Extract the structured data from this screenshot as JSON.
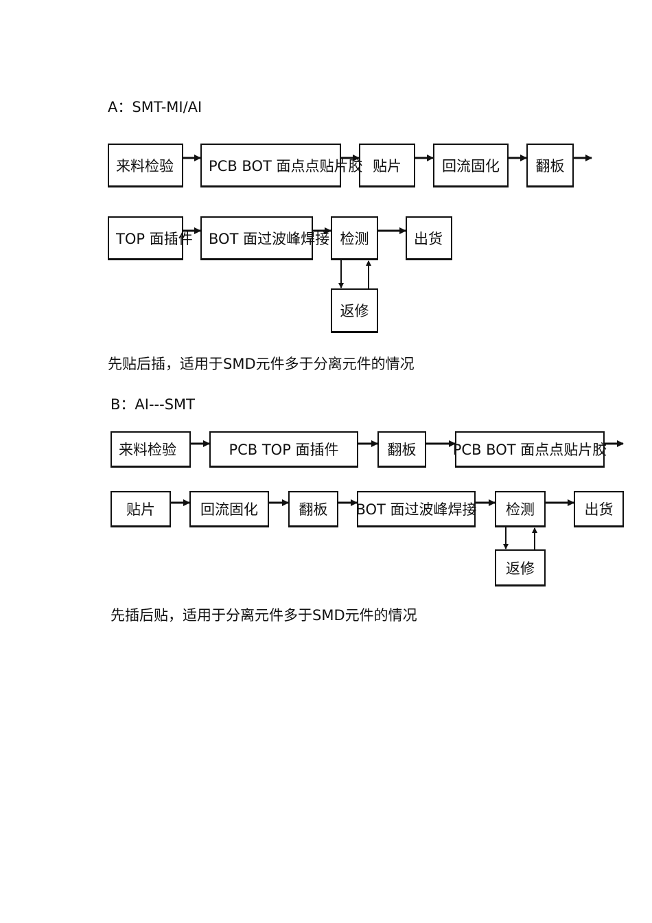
{
  "section_a": {
    "title": "A：SMT-MI/AI",
    "row1": [
      "来料检验",
      "PCB BOT 面点点贴片胶",
      "贴片",
      "回流固化",
      "翻板"
    ],
    "row2": [
      "TOP 面插件",
      "BOT 面过波峰焊接",
      "检测",
      "出货"
    ],
    "repair": "返修",
    "caption": "先贴后插，适用于SMD元件多于分离元件的情况"
  },
  "section_b": {
    "title": "B：AI---SMT",
    "row1": [
      "来料检验",
      "PCB TOP 面插件",
      "翻板",
      "PCB BOT 面点点贴片胶"
    ],
    "row2": [
      "贴片",
      "回流固化",
      "翻板",
      "BOT 面过波峰焊接",
      "检测",
      "出货"
    ],
    "repair": "返修",
    "caption": "先插后贴，适用于分离元件多于SMD元件的情况"
  }
}
